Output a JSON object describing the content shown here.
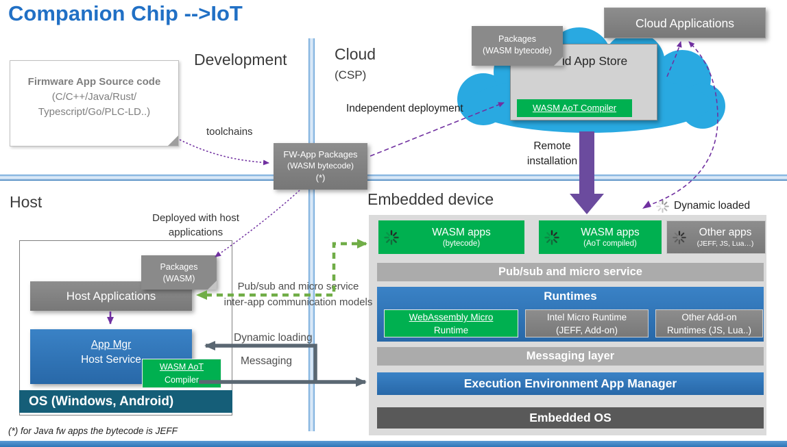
{
  "title": "Companion Chip -->IoT",
  "section_labels": {
    "development": "Development",
    "cloud": "Cloud",
    "cloud_sub": "(CSP)",
    "host": "Host",
    "embedded_device": "Embedded device"
  },
  "firmware_box": {
    "title": "Firmware App Source code",
    "line2": "(C/C++/Java/Rust/",
    "line3": "Typescript/Go/PLC-LD..)"
  },
  "fw_packages": {
    "line1": "FW-App Packages",
    "line2": "(WASM bytecode)",
    "line3": "(*)"
  },
  "labels": {
    "toolchains": "toolchains",
    "independent_deployment": "Independent deployment",
    "remote_line1": "Remote",
    "remote_line2": "installation",
    "deployed_line1": "Deployed with host",
    "deployed_line2": "applications",
    "pubsub_line1": "Pub/sub and micro service",
    "pubsub_line2": "inter-app communication models",
    "dynamic_loading": "Dynamic loading",
    "messaging": "Messaging",
    "dynamic_loaded": "Dynamic loaded",
    "footnote": "(*) for Java fw apps the bytecode is JEFF"
  },
  "cloud_area": {
    "packages_note_line1": "Packages",
    "packages_note_line2": "(WASM bytecode)",
    "cloud_applications": "Cloud Applications",
    "app_store_title": "Cloud App Store",
    "aot_compiler": "WASM AoT Compiler"
  },
  "host_area": {
    "packages_note_line1": "Packages",
    "packages_note_line2": "(WASM)",
    "host_applications": "Host Applications",
    "app_mgr_line1": "App Mgr",
    "app_mgr_line2": "Host Service",
    "aot_line1": "WASM AoT",
    "aot_line2": "Compiler",
    "os_bar": "OS (Windows, Android)"
  },
  "embedded": {
    "apps": [
      {
        "name": "WASM apps",
        "sub": "(bytecode)"
      },
      {
        "name": "WASM apps",
        "sub": "(AoT compiled)"
      },
      {
        "name": "Other apps",
        "sub": "(JEFF, JS, Lua…)"
      }
    ],
    "pubsub_bar": "Pub/sub and micro service",
    "runtimes_title": "Runtimes",
    "runtimes": [
      {
        "line1": "WebAssembly Micro",
        "line2": "Runtime"
      },
      {
        "line1": "Intel Micro Runtime",
        "line2": "(JEFF, Add-on)"
      },
      {
        "line1": "Other Add-on",
        "line2": "Runtimes (JS, Lua..)"
      }
    ],
    "messaging_bar": "Messaging layer",
    "eeam_bar": "Execution Environment App Manager",
    "os_bar": "Embedded OS"
  },
  "colors": {
    "accent_blue": "#2E75B6",
    "title_blue": "#2170C5",
    "green": "#00B050",
    "gray_box": "#808080",
    "purple": "#7030A0",
    "cloud_blue": "#29A9E1",
    "dark_os_teal": "#155E78",
    "embedded_os_gray": "#595959"
  }
}
